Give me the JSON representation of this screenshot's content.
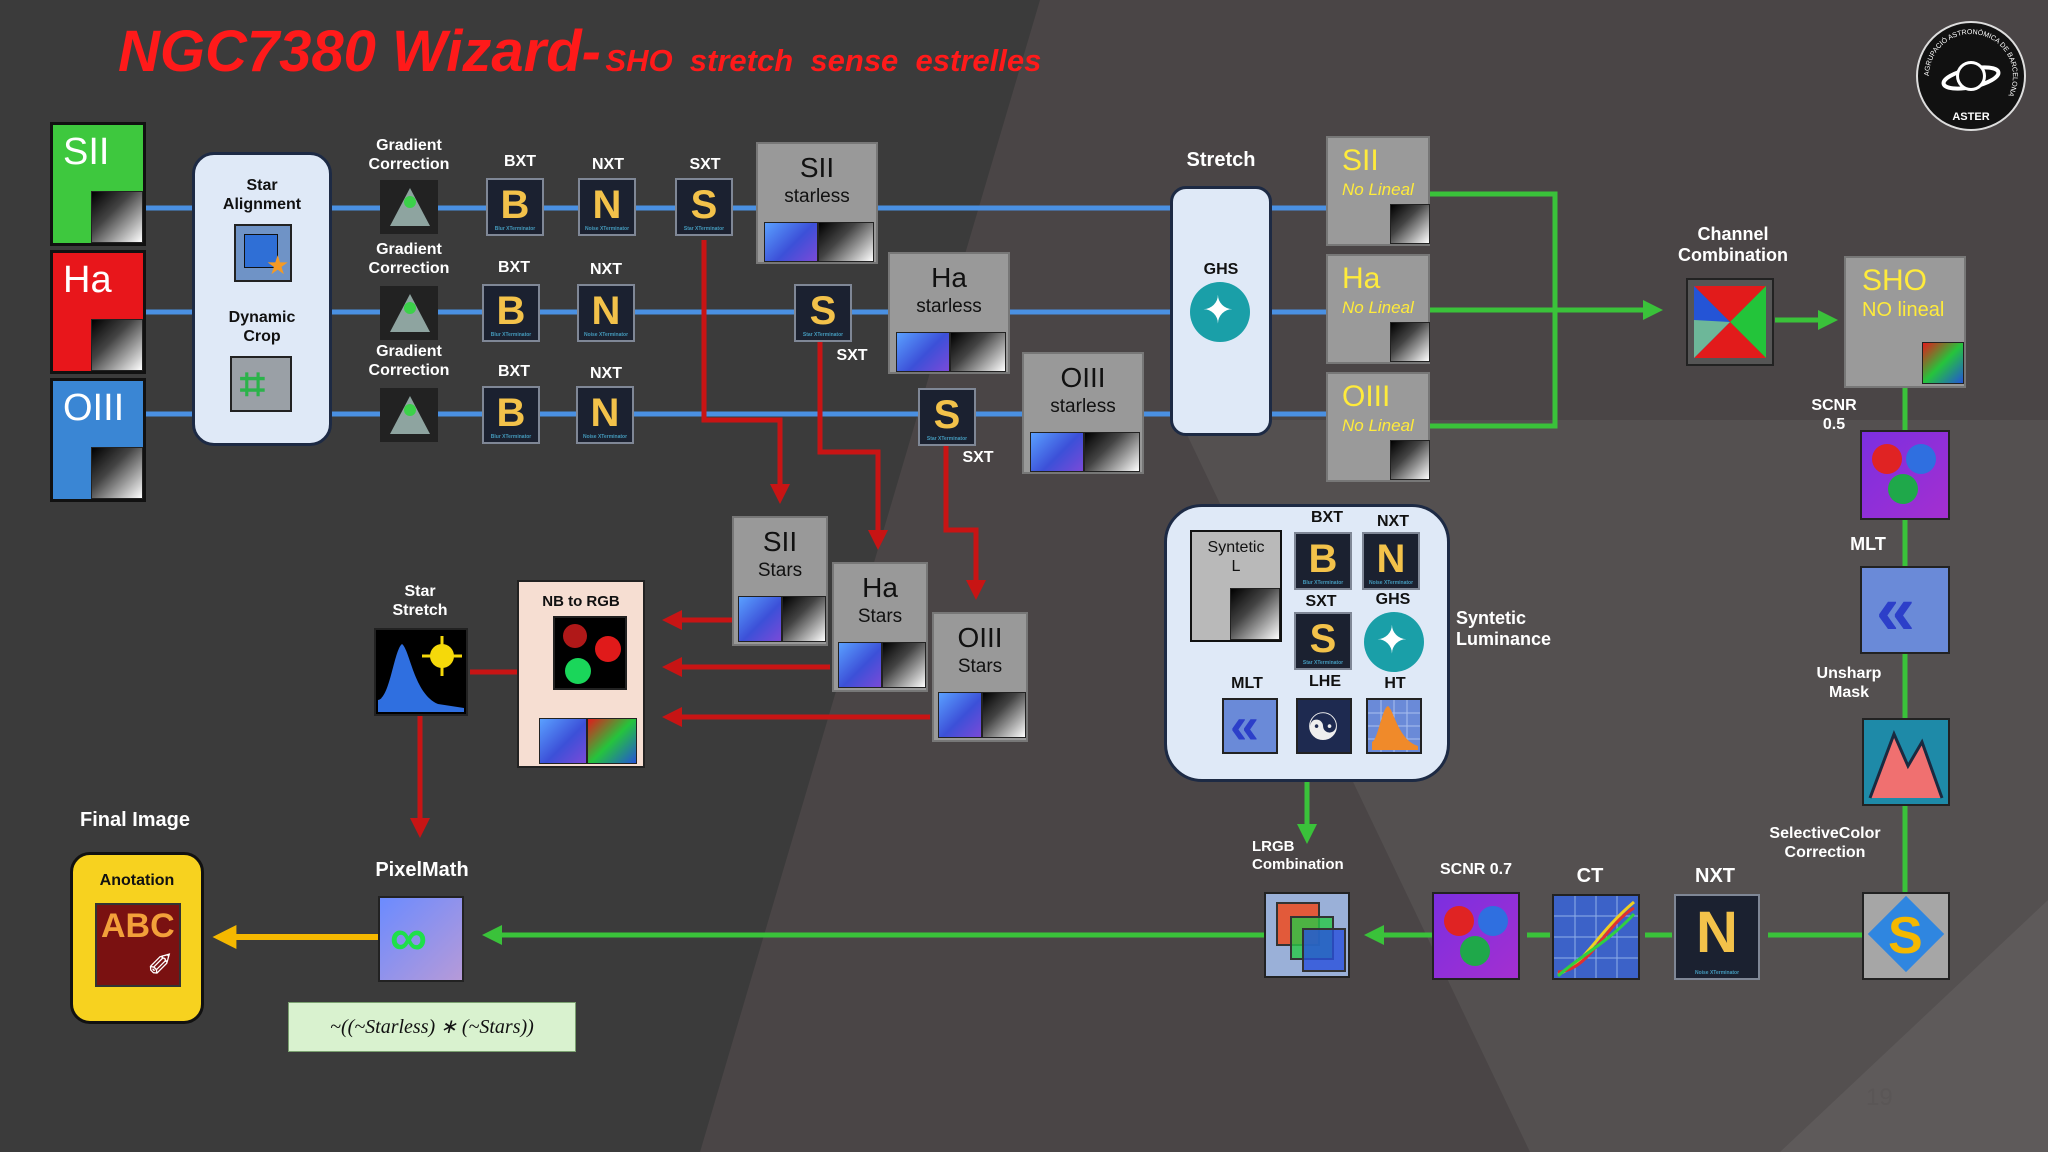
{
  "slide": {
    "title_main": "NGC7380 Wizard-",
    "title_sub": "SHO  stretch  sense  estrelles",
    "page_number": "19",
    "logo_ring_text": "AGRUPACIÓ ASTRONÒMICA DE BARCELONA",
    "logo_bottom_text": "ASTER"
  },
  "channels": {
    "sii": "SII",
    "ha": "Ha",
    "oiii": "OIII"
  },
  "labels": {
    "star_alignment": "Star\nAlignment",
    "dynamic_crop": "Dynamic\nCrop",
    "gradient_correction": "Gradient\nCorrection",
    "bxt": "BXT",
    "nxt": "NXT",
    "sxt": "SXT",
    "stretch": "Stretch",
    "ghs": "GHS",
    "channel_combination": "Channel\nCombination",
    "scnr_05": "SCNR\n0.5",
    "mlt": "MLT",
    "unsharp_mask": "Unsharp\nMask",
    "selective_color": "SelectiveColor\nCorrection",
    "nxt_bottom": "NXT",
    "ct": "CT",
    "scnr_07": "SCNR 0.7",
    "lrgb_combination": "LRGB\nCombination",
    "syntetic_luminance": "Syntetic\nLuminance",
    "syntetic_l": "Syntetic\nL",
    "lum_bxt": "BXT",
    "lum_nxt": "NXT",
    "lum_sxt": "SXT",
    "lum_ghs": "GHS",
    "lum_mlt": "MLT",
    "lum_lhe": "LHE",
    "lum_ht": "HT",
    "pixelmath": "PixelMath",
    "pixelmath_formula": "~((~Starless) ∗ (~Stars))",
    "final_image": "Final Image",
    "anotation": "Anotation",
    "star_stretch": "Star\nStretch",
    "nb_to_rgb": "NB to RGB"
  },
  "tiles": {
    "b": "B",
    "n": "N",
    "s": "S",
    "b_sub": "Blur XTerminator",
    "n_sub": "Noise XTerminator",
    "s_sub": "Star XTerminator"
  },
  "starless": {
    "sii": {
      "name": "SII",
      "kind": "starless"
    },
    "ha": {
      "name": "Ha",
      "kind": "starless"
    },
    "oiii": {
      "name": "OIII",
      "kind": "starless"
    }
  },
  "stars": {
    "sii": {
      "name": "SII",
      "kind": "Stars"
    },
    "ha": {
      "name": "Ha",
      "kind": "Stars"
    },
    "oiii": {
      "name": "OIII",
      "kind": "Stars"
    }
  },
  "nonlinear": {
    "sii": {
      "name": "SII",
      "kind": "No Lineal"
    },
    "ha": {
      "name": "Ha",
      "kind": "No Lineal"
    },
    "oiii": {
      "name": "OIII",
      "kind": "No Lineal"
    }
  },
  "sho": {
    "name": "SHO",
    "kind": "NO lineal"
  },
  "anotation_letters": "ABC",
  "colors": {
    "title_red": "#ff1a1a",
    "blue_line": "#4a90e2",
    "green_line": "#3ac23a",
    "red_arrow": "#c81414",
    "yellow_arrow": "#f5b800",
    "sii_green": "#3ec83e",
    "ha_red": "#e8161b",
    "oiii_blue": "#3a86d4"
  }
}
